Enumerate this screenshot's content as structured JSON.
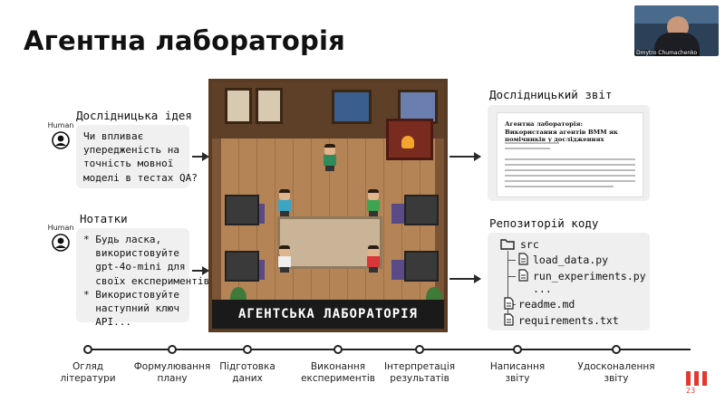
{
  "slide": {
    "title": "Агентна лабораторія",
    "page_number": "23",
    "accent": "#e03a2e"
  },
  "webcam": {
    "speaker_name": "Dmytro Chumachenko"
  },
  "inputs": [
    {
      "role": "Human",
      "label": "Дослідницька ідея",
      "text": "Чи впливає\nупередженість на\nточність мовної\nмоделі в тестах QA?"
    },
    {
      "role": "Human",
      "label": "Нотатки",
      "text": "* Будь ласка,\n  використовуйте\n  gpt-4o-mini для\n  своїх експериментів\n* Використовуйте\n  наступний ключ\n  API..."
    }
  ],
  "lab": {
    "banner": "АГЕНТСЬКА ЛАБОРАТОРІЯ"
  },
  "outputs": {
    "report": {
      "label": "Дослідницький звіт",
      "doc_title": "Агентна лабораторія: Використання агентів ВММ як помічників у дослідженнях"
    },
    "repo": {
      "label": "Репозиторій коду",
      "folder": "src",
      "files": [
        "load_data.py",
        "run_experiments.py"
      ],
      "ellipsis": "...",
      "root_files": [
        "readme.md",
        "requirements.txt"
      ]
    }
  },
  "timeline": [
    "Огляд\nлітератури",
    "Формулювання\nплану",
    "Підготовка\nданих",
    "Виконання\nекспериментів",
    "Інтерпретація\nрезультатів",
    "Написання\nзвіту",
    "Удосконалення\nзвіту"
  ]
}
